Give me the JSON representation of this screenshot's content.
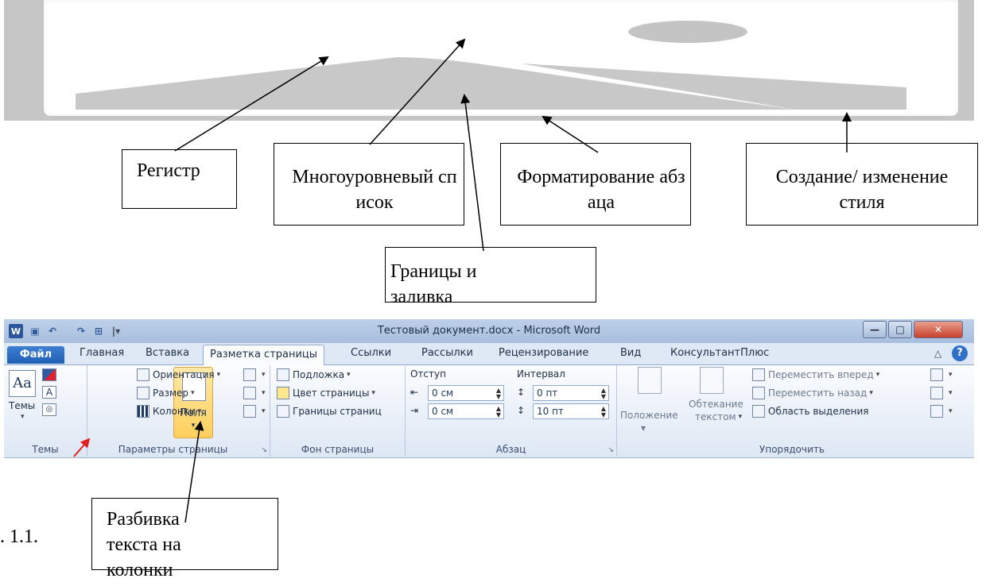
{
  "callouts": {
    "register": "Регистр",
    "multilevel": "Многоуровневый список",
    "paragraph": "Форматирование абзаца",
    "style": "Создание/ изменение стиля",
    "borders": "Границы и заливка",
    "columns": "Разбивка текста на колонки"
  },
  "figure_caption": ". 1.1.",
  "window": {
    "title": "Тестовый документ.docx - Microsoft Word",
    "logo": "W",
    "qat": {
      "save": "▣",
      "undo": "↶",
      "redo": "↷",
      "extra": "⊞",
      "customize": "|▾"
    },
    "buttons": {
      "minimize": "—",
      "maximize": "□",
      "close": "✕"
    }
  },
  "tabs": {
    "file": "Файл",
    "home": "Главная",
    "insert": "Вставка",
    "layout": "Разметка страницы",
    "references": "Ссылки",
    "mailings": "Рассылки",
    "review": "Рецензирование",
    "view": "Вид",
    "consultant": "КонсультантПлюс",
    "collapse": "△",
    "help": "?"
  },
  "ribbon": {
    "themes": {
      "themes_btn": "Темы",
      "label": "Темы"
    },
    "page_setup": {
      "fields": "Поля",
      "orientation": "Ориентация",
      "size": "Размер",
      "columns": "Колонки",
      "label": "Параметры страницы"
    },
    "page_background": {
      "watermark": "Подложка",
      "page_color": "Цвет страницы",
      "page_borders": "Границы страниц",
      "label": "Фон страницы"
    },
    "paragraph": {
      "indent_title": "Отступ",
      "spacing_title": "Интервал",
      "indent_left": "0 см",
      "indent_right": "0 см",
      "spacing_before": "0 пт",
      "spacing_after": "10 пт",
      "label": "Абзац"
    },
    "arrange": {
      "position": "Положение",
      "wrap_line1": "Обтекание",
      "wrap_line2": "текстом",
      "bring_forward": "Переместить вперед",
      "send_backward": "Переместить назад",
      "selection_pane": "Область выделения",
      "label": "Упорядочить"
    }
  },
  "colors": {
    "accent_file_tab": "#2b5fb0",
    "fields_highlight": "#ffd46a",
    "ribbon_bg": "#dfe8f5",
    "red_arrow": "#e02020"
  }
}
